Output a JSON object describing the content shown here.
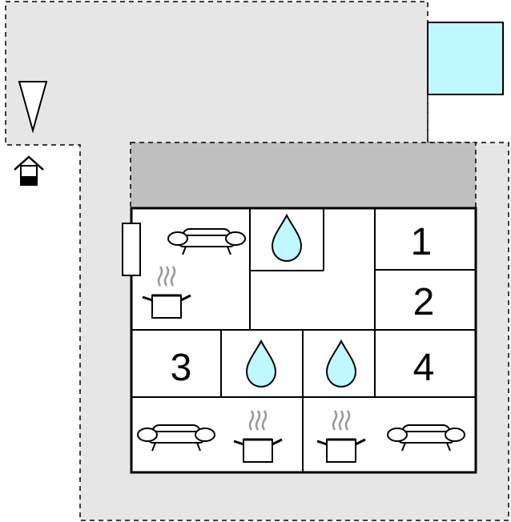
{
  "colors": {
    "yard": "#e6e6e6",
    "terrace": "#bfbfbf",
    "pool": "#bff8ff",
    "water_drop": "#bff8ff",
    "wall": "#000000",
    "steam": "#999999"
  },
  "rooms": [
    {
      "name": "room-1",
      "label": "1"
    },
    {
      "name": "room-2",
      "label": "2"
    },
    {
      "name": "room-3",
      "label": "3"
    },
    {
      "name": "room-4",
      "label": "4"
    }
  ],
  "icons": {
    "parking": "parking-marker-icon",
    "house": "house-icon",
    "pool": "pool",
    "bathroom": "water-drop-icon",
    "kitchen": "cooking-pot-icon",
    "living": "sofa-icon",
    "door": "door-icon"
  }
}
